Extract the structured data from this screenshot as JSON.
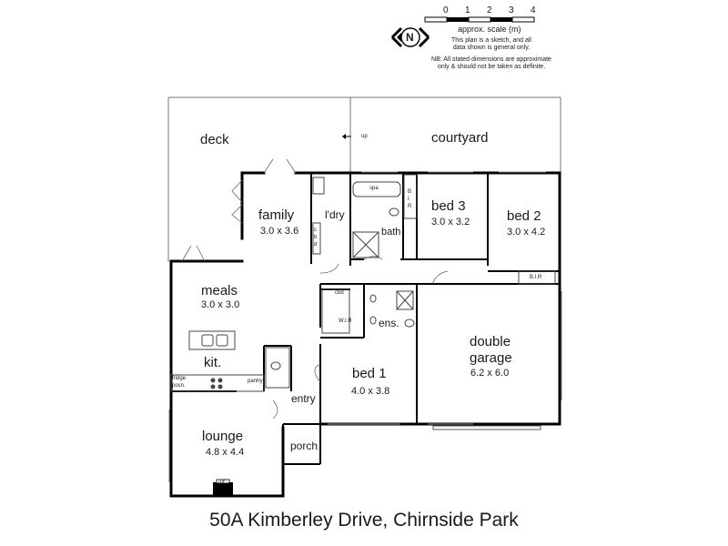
{
  "address": "50A Kimberley Drive, Chirnside Park",
  "scale": {
    "ticks": [
      "0",
      "1",
      "2",
      "3",
      "4"
    ],
    "caption": "approx. scale (m)",
    "disclaimer_1": "This plan is a sketch, and all",
    "disclaimer_2": "data shown is general only.",
    "nb_1": "NB: All stated dimensions are approximate",
    "nb_2": "only & should not be taken as definite."
  },
  "compass": {
    "letter": "N",
    "icon": "north-arrow-icon"
  },
  "rooms": {
    "deck": {
      "name": "deck"
    },
    "courtyard": {
      "name": "courtyard"
    },
    "family": {
      "name": "family",
      "dims": "3.0 x 3.6"
    },
    "laundry": {
      "name": "l'dry"
    },
    "bath": {
      "name": "bath"
    },
    "bed3": {
      "name": "bed 3",
      "dims": "3.0 x 3.2"
    },
    "bed2": {
      "name": "bed 2",
      "dims": "3.0 x 4.2"
    },
    "meals": {
      "name": "meals",
      "dims": "3.0 x 3.0"
    },
    "kitchen": {
      "name": "kit."
    },
    "ensuite": {
      "name": "ens."
    },
    "wir": {
      "name": "W.I.R"
    },
    "bed1": {
      "name": "bed 1",
      "dims": "4.0 x 3.8"
    },
    "garage": {
      "name_line1": "double",
      "name_line2": "garage",
      "dims": "6.2 x 6.0"
    },
    "entry": {
      "name": "entry"
    },
    "lounge": {
      "name": "lounge",
      "dims": "4.8 x 4.4"
    },
    "porch": {
      "name": "porch"
    }
  },
  "fixtures": {
    "up": "up",
    "spa": "spa",
    "bir_vertical": [
      "B",
      "I",
      "R"
    ],
    "bir": "B.I.R",
    "cbd": "cbd",
    "cbd_vertical": [
      "c",
      "b",
      "d"
    ],
    "pantry": "pantry",
    "fridge_1": "fridge",
    "fridge_2": "posn.",
    "gas_fire": "g/f"
  }
}
